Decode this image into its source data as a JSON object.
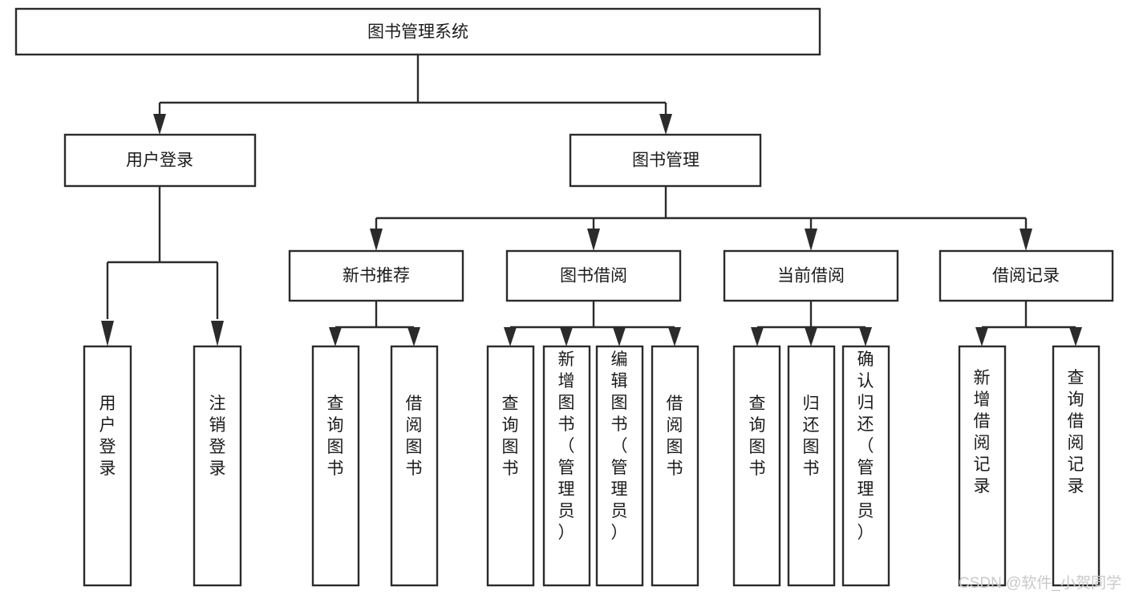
{
  "diagram": {
    "title_node": {
      "label": "图书管理系统"
    },
    "level2": [
      {
        "id": "user-login",
        "label": "用户登录"
      },
      {
        "id": "book-manage",
        "label": "图书管理"
      }
    ],
    "level3": [
      {
        "id": "new-book-recommend",
        "label": "新书推荐"
      },
      {
        "id": "book-borrow",
        "label": "图书借阅"
      },
      {
        "id": "current-borrow",
        "label": "当前借阅"
      },
      {
        "id": "borrow-record",
        "label": "借阅记录"
      }
    ],
    "leaves": [
      {
        "id": "leaf-user-login",
        "parent": "user-login",
        "label": "用户登录"
      },
      {
        "id": "leaf-user-logout",
        "parent": "user-login",
        "label": "注销登录"
      },
      {
        "id": "leaf-query-book-1",
        "parent": "new-book-recommend",
        "label": "查询图书"
      },
      {
        "id": "leaf-borrow-book-1",
        "parent": "new-book-recommend",
        "label": "借阅图书"
      },
      {
        "id": "leaf-query-book-2",
        "parent": "book-borrow",
        "label": "查询图书"
      },
      {
        "id": "leaf-add-book",
        "parent": "book-borrow",
        "label": "新增图书（管理员）"
      },
      {
        "id": "leaf-edit-book",
        "parent": "book-borrow",
        "label": "编辑图书（管理员）"
      },
      {
        "id": "leaf-borrow-book-2",
        "parent": "book-borrow",
        "label": "借阅图书"
      },
      {
        "id": "leaf-query-book-3",
        "parent": "current-borrow",
        "label": "查询图书"
      },
      {
        "id": "leaf-return-book",
        "parent": "current-borrow",
        "label": "归还图书"
      },
      {
        "id": "leaf-confirm-return",
        "parent": "current-borrow",
        "label": "确认归还（管理员）"
      },
      {
        "id": "leaf-add-record",
        "parent": "borrow-record",
        "label": "新增借阅记录"
      },
      {
        "id": "leaf-query-record",
        "parent": "borrow-record",
        "label": "查询借阅记录"
      }
    ],
    "watermark": "CSDN @软件_小贺同学",
    "colors": {
      "stroke": "#2b2b2b",
      "node_fill": "#ffffff",
      "text": "#1b1b1b",
      "background": "#ffffff",
      "watermark": "#c9c9c9"
    }
  }
}
